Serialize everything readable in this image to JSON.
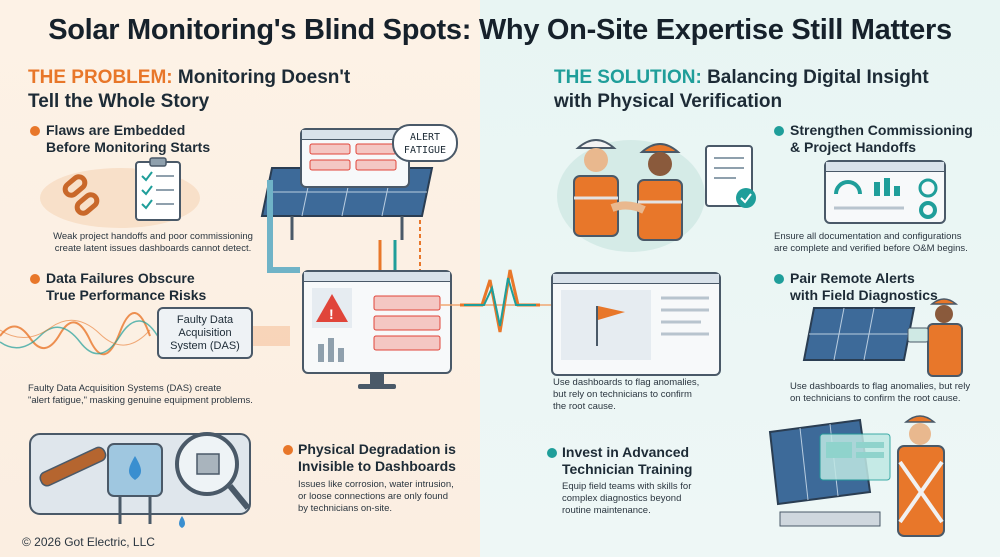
{
  "title": "Solar Monitoring's Blind Spots: Why On-Site Expertise Still Matters",
  "problem": {
    "keyword": "THE PROBLEM:",
    "heading_line1": "Monitoring Doesn't",
    "heading_line2": "Tell the Whole Story",
    "items": [
      {
        "title_line1": "Flaws are Embedded",
        "title_line2": "Before Monitoring Starts",
        "desc_line1": "Weak project handoffs and poor commissioning",
        "desc_line2": "create latent issues dashboards cannot detect."
      },
      {
        "title_line1": "Data Failures Obscure",
        "title_line2": "True Performance Risks",
        "desc_line1": "Faulty Data Acquisition Systems (DAS) create",
        "desc_line2": "\"alert fatigue,\" masking genuine equipment problems."
      },
      {
        "title_line1": "Physical Degradation is",
        "title_line2": "Invisible to Dashboards",
        "desc_line1": "Issues like corrosion, water intrusion,",
        "desc_line2": "or loose connections are only found",
        "desc_line3": "by technicians on-site."
      }
    ],
    "das_box": {
      "line1": "Faulty Data",
      "line2": "Acquisition",
      "line3": "System (DAS)"
    },
    "alert_bubble": {
      "line1": "ALERT",
      "line2": "FATIGUE"
    }
  },
  "solution": {
    "keyword": "THE SOLUTION:",
    "heading_line1": "Balancing Digital Insight",
    "heading_line2": "with Physical Verification",
    "items": [
      {
        "title_line1": "Strengthen Commissioning",
        "title_line2": "& Project Handoffs",
        "desc_line1": "Ensure all documentation and configurations",
        "desc_line2": "are complete and verified before O&M begins."
      },
      {
        "title_line1": "Pair Remote Alerts",
        "title_line2": "with Field Diagnostics",
        "desc_line1": "Use dashboards to flag anomalies, but rely",
        "desc_line2": "on technicians to confirm the root cause."
      },
      {
        "title_line1": "Invest in Advanced",
        "title_line2": "Technician Training",
        "desc_line1": "Equip field teams with skills for",
        "desc_line2": "complex diagnostics beyond",
        "desc_line3": "routine maintenance."
      }
    ],
    "center_desc_line1": "Use dashboards to flag anomalies,",
    "center_desc_line2": "but rely on technicians to confirm",
    "center_desc_line3": "the root cause."
  },
  "footer": "© 2026 Got Electric, LLC",
  "colors": {
    "orange": "#e8772a",
    "teal": "#1f9e9a",
    "red": "#e0453a",
    "navy": "#1d2b36"
  }
}
